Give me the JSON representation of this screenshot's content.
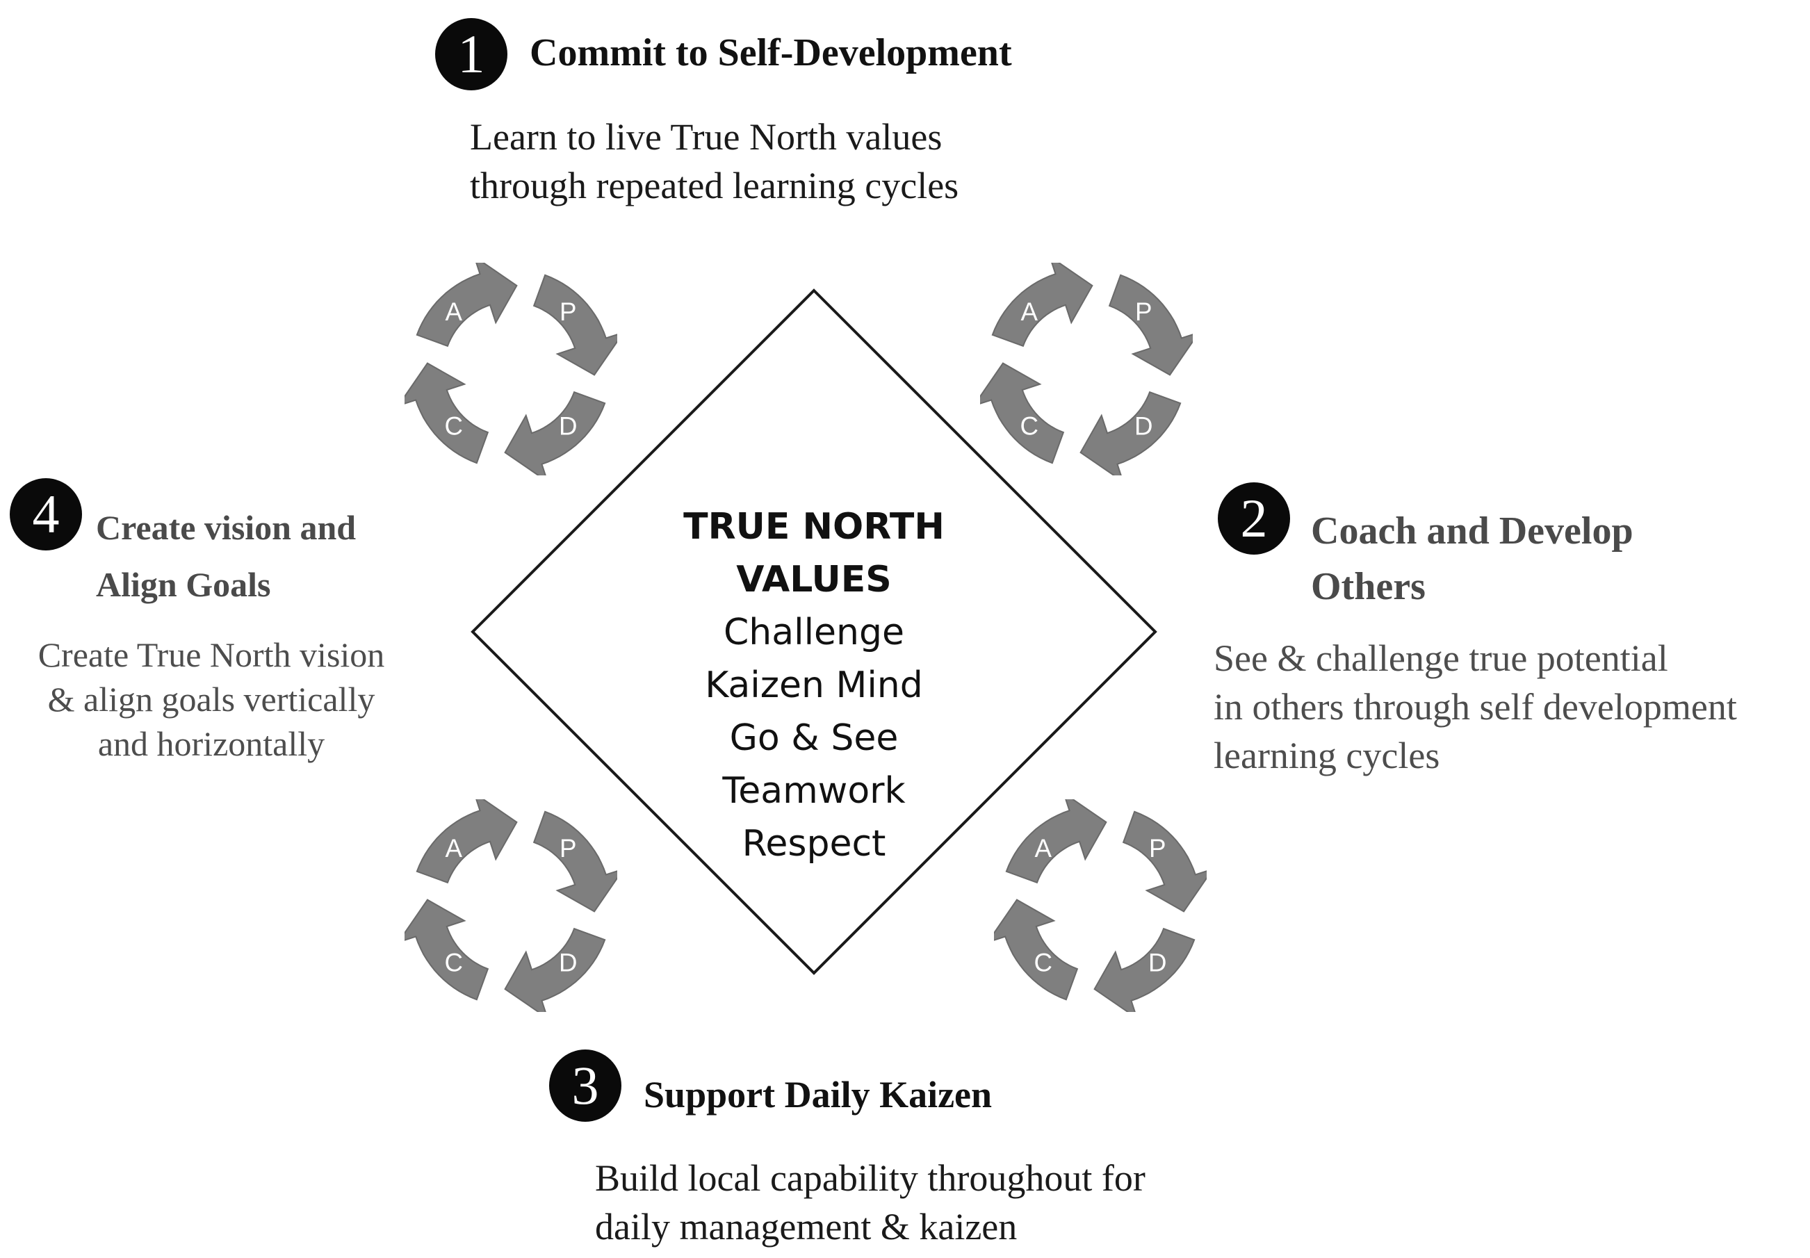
{
  "steps": [
    {
      "number": "1",
      "title": "Commit to Self-Development",
      "body": [
        "Learn to live True North values",
        "through repeated learning cycles"
      ]
    },
    {
      "number": "2",
      "title_lines": [
        "Coach and Develop",
        "Others"
      ],
      "body": [
        "See & challenge true potential",
        "in others through self development",
        "learning cycles"
      ]
    },
    {
      "number": "3",
      "title": "Support Daily Kaizen",
      "body": [
        "Build local capability throughout for",
        "daily management & kaizen"
      ]
    },
    {
      "number": "4",
      "title_lines": [
        "Create vision and",
        "Align Goals"
      ],
      "body": [
        "Create True North vision",
        "& align goals vertically",
        "and horizontally"
      ]
    }
  ],
  "center": {
    "title": "TRUE NORTH VALUES",
    "values": [
      "Challenge",
      "Kaizen Mind",
      "Go & See",
      "Teamwork",
      "Respect"
    ]
  },
  "cycle": {
    "letters": [
      "A",
      "P",
      "D",
      "C"
    ],
    "arrow_color": "#7f7f7f",
    "arrow_edge_color": "#6a6a6a",
    "letter_color": "#ffffff"
  },
  "colors": {
    "circle": "#0a0a0a",
    "text": "#111111",
    "diamond_stroke": "#1a1a1a"
  }
}
